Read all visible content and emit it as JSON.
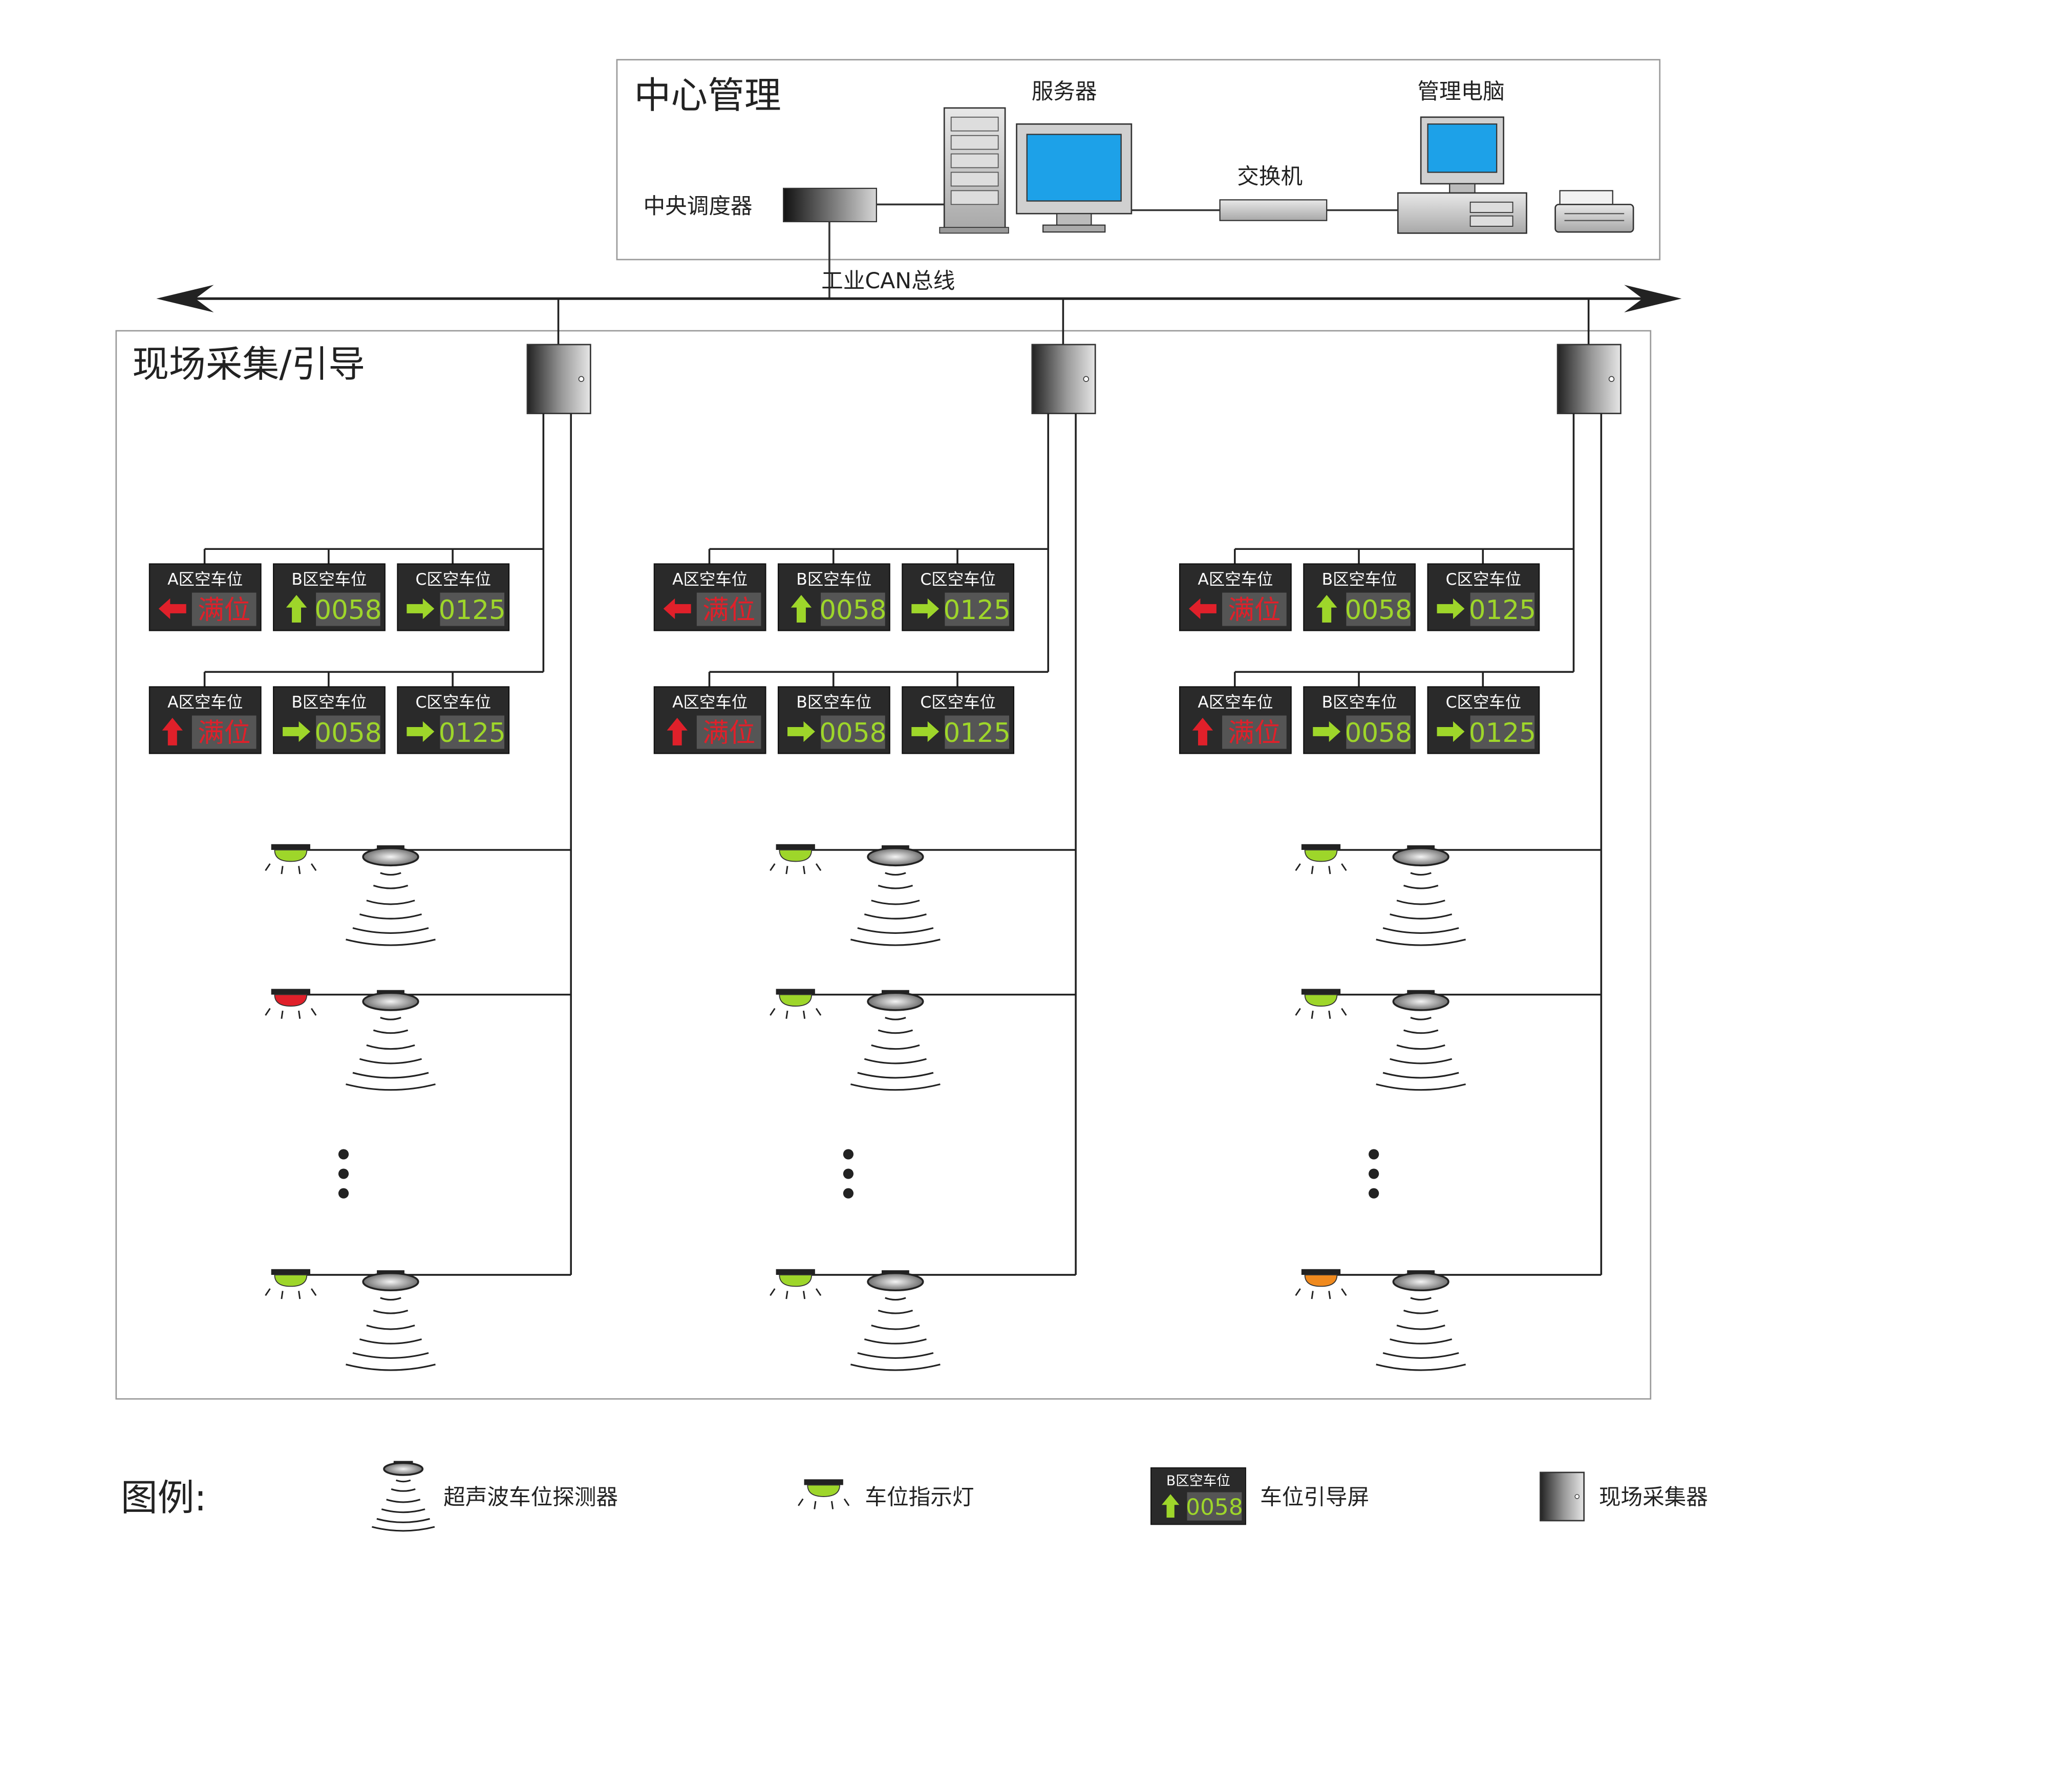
{
  "center": {
    "title": "中心管理",
    "server_label": "服务器",
    "pc_label": "管理电脑",
    "switch_label": "交换机",
    "dispatcher_label": "中央调度器"
  },
  "bus_label": "工业CAN总线",
  "field": {
    "title": "现场采集/引导"
  },
  "screen_rows": [
    [
      {
        "label": "A区空车位",
        "arrow": "left",
        "arrow_color": "#e0202a",
        "value": "满位",
        "value_color": "#e0202a"
      },
      {
        "label": "B区空车位",
        "arrow": "up",
        "arrow_color": "#9ed62a",
        "value": "0058",
        "value_color": "#9ed62a"
      },
      {
        "label": "C区空车位",
        "arrow": "right",
        "arrow_color": "#9ed62a",
        "value": "0125",
        "value_color": "#9ed62a"
      }
    ],
    [
      {
        "label": "A区空车位",
        "arrow": "up",
        "arrow_color": "#e0202a",
        "value": "满位",
        "value_color": "#e0202a"
      },
      {
        "label": "B区空车位",
        "arrow": "right",
        "arrow_color": "#9ed62a",
        "value": "0058",
        "value_color": "#9ed62a"
      },
      {
        "label": "C区空车位",
        "arrow": "right",
        "arrow_color": "#9ed62a",
        "value": "0125",
        "value_color": "#9ed62a"
      }
    ]
  ],
  "indicator_colors": [
    [
      "#9ed62a",
      "#e0202a",
      "#9ed62a"
    ],
    [
      "#9ed62a",
      "#9ed62a",
      "#9ed62a"
    ],
    [
      "#9ed62a",
      "#9ed62a",
      "#f08a1e"
    ]
  ],
  "legend": {
    "title": "图例:",
    "detector": "超声波车位探测器",
    "indicator": "车位指示灯",
    "screen": "车位引导屏",
    "screen_sample": {
      "label": "B区空车位",
      "value": "0058"
    },
    "collector": "现场采集器"
  },
  "colors": {
    "monitor_screen": "#1da1e8",
    "green": "#9ed62a",
    "red": "#e0202a",
    "orange": "#f08a1e",
    "screen_bg": "#2a2a2a",
    "digit_bg": "#555555"
  }
}
